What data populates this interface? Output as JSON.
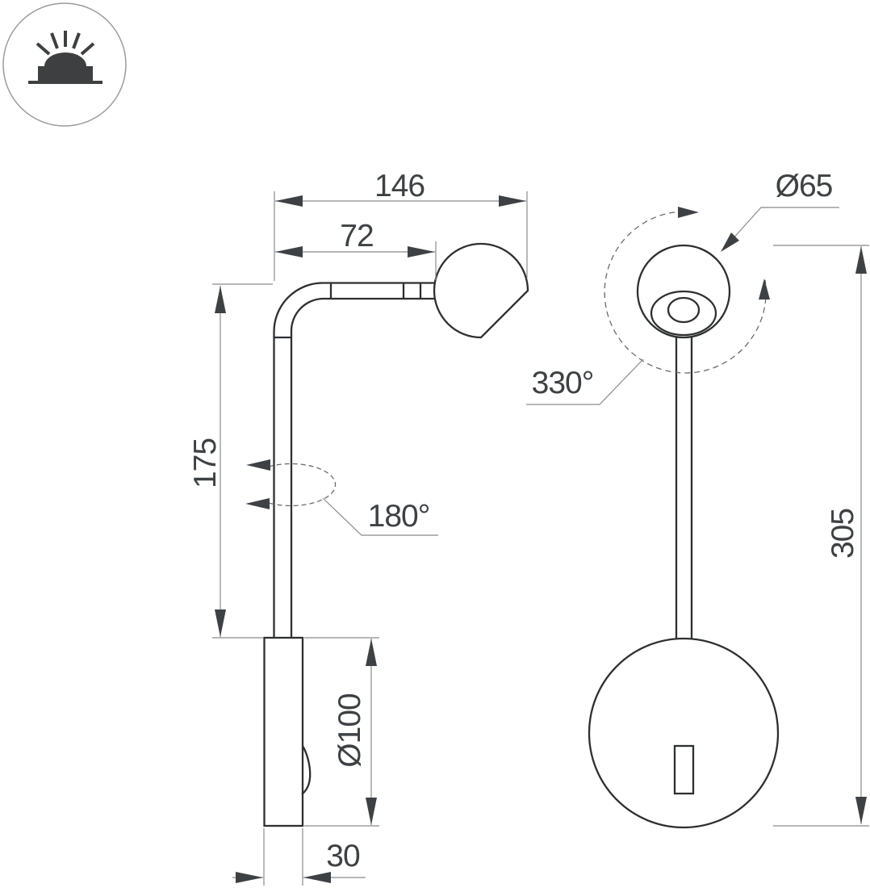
{
  "colors": {
    "background": "#ffffff",
    "object_line": "#2d2f31",
    "dimension_line": "#8b8b8b",
    "dashed_annotation_line": "#6a6a6a",
    "arrow_and_text": "#3e4144",
    "icon_glyph": "#3d3f40",
    "icon_ring": "#9b9b9b"
  },
  "icon": {
    "name": "surface-mounted-luminaire-icon"
  },
  "side_view": {
    "dim_total_reach": "146",
    "dim_arm_offset": "72",
    "dim_arm_height": "175",
    "dim_arm_rotation": "180°",
    "dim_base_diameter": "Ø100",
    "dim_base_depth": "30"
  },
  "front_view": {
    "dim_head_diameter": "Ø65",
    "dim_head_rotation": "330°",
    "dim_overall_height": "305"
  }
}
